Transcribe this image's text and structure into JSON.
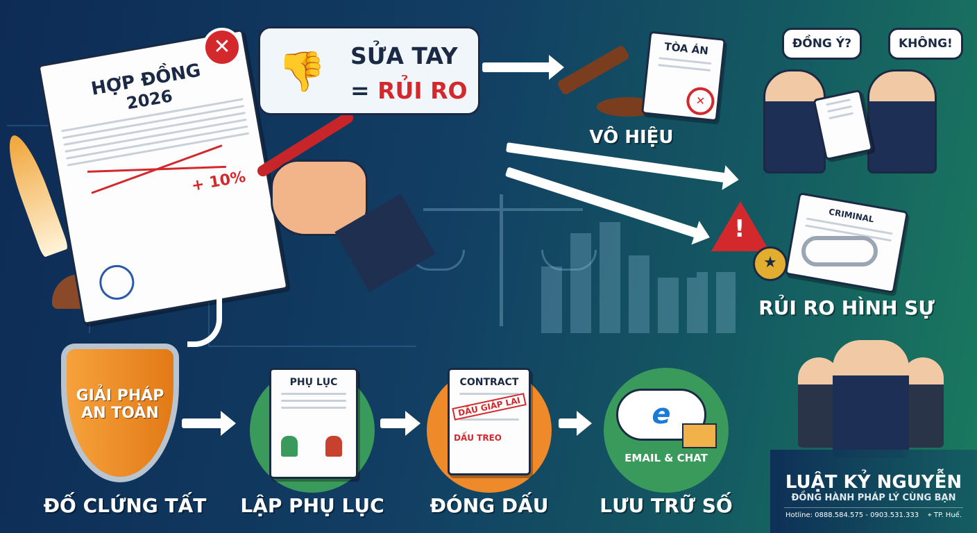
{
  "contract": {
    "title_line1": "HỢP ĐỒNG",
    "title_line2": "2026",
    "edit_note": "+ 10%"
  },
  "warning_bubble": {
    "line1": "SỬA TAY",
    "line2_prefix": "= ",
    "line2_risk": "RỦI RO"
  },
  "outcomes": {
    "court_doc": "TÒA ÁN",
    "invalid_label": "VÔ HIỆU",
    "bubble_agree": "ĐỒNG Ý?",
    "bubble_disagree": "KHÔNG!",
    "criminal_doc": "CRIMINAL",
    "criminal_label": "RỦI RO HÌNH SỰ"
  },
  "solution": {
    "shield_line1": "GIẢI PHÁP",
    "shield_line2": "AN TOÀN",
    "steps": [
      {
        "label": "ĐỐ CLỨNG TẤT"
      },
      {
        "label": "LẬP PHỤ LỤC",
        "doc_title": "PHỤ LỤC"
      },
      {
        "label": "ĐÓNG DẤU",
        "doc_title": "CONTRACT",
        "stamp1": "DẤU GIÁP LAI",
        "stamp2": "DẤU TREO"
      },
      {
        "label": "LƯU TRỮ SỐ",
        "caption": "EMAIL & CHAT"
      }
    ]
  },
  "brand": {
    "name": "LUẬT KỶ NGUYỄN",
    "tagline": "ĐỒNG HÀNH PHÁP LÝ CÙNG BẠN",
    "hotline": "Hotline: 0888.584.575 - 0903.531.333",
    "location": "TP. Huế."
  },
  "colors": {
    "risk_red": "#d3282c",
    "accent_orange": "#f08a24",
    "green": "#3a9a5b"
  }
}
